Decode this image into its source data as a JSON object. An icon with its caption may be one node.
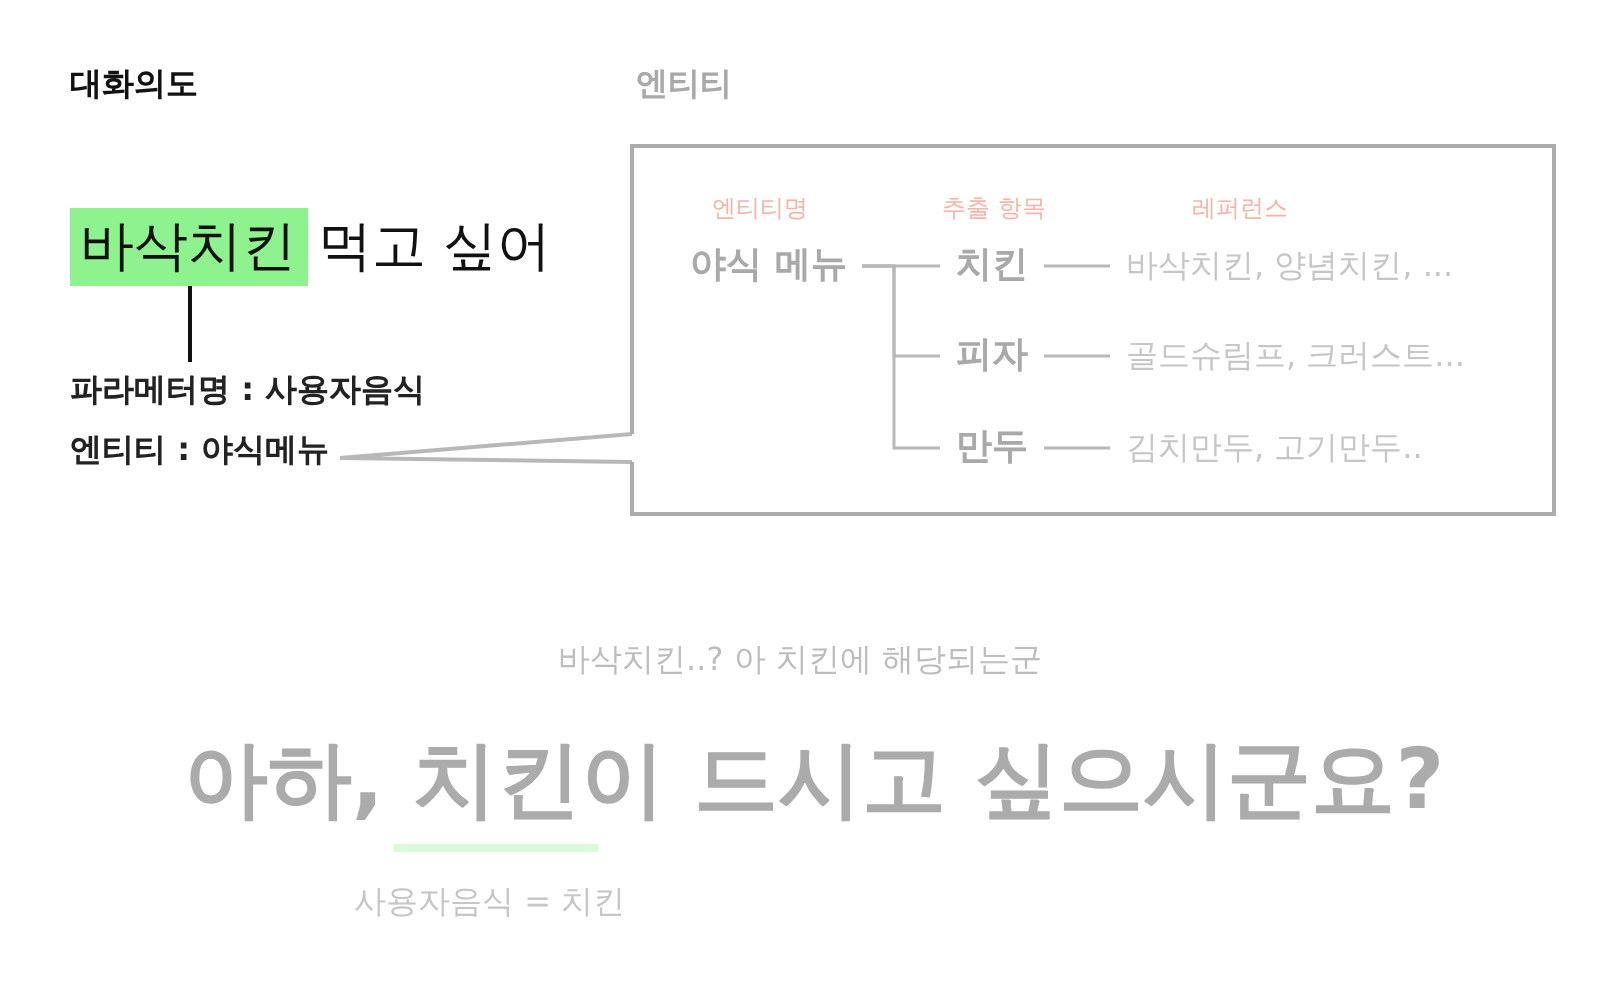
{
  "diagram": {
    "nodes": [
      {
        "text": [
          "바삭치킨"
        ],
        "beside": [
          "먹고 싶어"
        ]
      },
      {
        "text": [
          "파라메터명 : 사용자음식"
        ]
      },
      {
        "text": [
          "엔티티 : 야식메뉴"
        ]
      },
      {
        "text": [
          "엔티티"
        ]
      },
      {
        "text": [
          "야식 메뉴"
        ],
        "in": 3
      },
      {
        "text": [
          "치킨"
        ],
        "in": 3
      },
      {
        "text": [
          "바삭치킨, 양념치킨, ..."
        ],
        "in": 3
      },
      {
        "text": [
          "피자"
        ],
        "in": 3
      },
      {
        "text": [
          "골드슈림프, 크러스트..."
        ],
        "in": 3
      },
      {
        "text": [
          "만두"
        ],
        "in": 3
      },
      {
        "text": [
          "김치만두, 고기만두.."
        ],
        "in": 3
      }
    ],
    "edges": [
      {
        "from": 0,
        "to": 1,
        "arrow": "none",
        "color": "#111111"
      },
      {
        "from": 2,
        "to": 3,
        "arrow": "none"
      },
      {
        "from": 4,
        "to": 5,
        "arrow": "none"
      },
      {
        "from": 4,
        "to": 7,
        "arrow": "none"
      },
      {
        "from": 4,
        "to": 9,
        "arrow": "none"
      },
      {
        "from": 5,
        "to": 6,
        "arrow": "none"
      },
      {
        "from": 7,
        "to": 8,
        "arrow": "none"
      },
      {
        "from": 9,
        "to": 10,
        "arrow": "none"
      }
    ],
    "labels": [
      "대화의도",
      "엔티티명",
      "추출 항목",
      "레퍼런스",
      "바삭치킨..? 아 치킨에 해당되는군",
      "아하, 치킨이 드시고 싶으시군요?",
      "사용자음식 = 치킨"
    ]
  }
}
